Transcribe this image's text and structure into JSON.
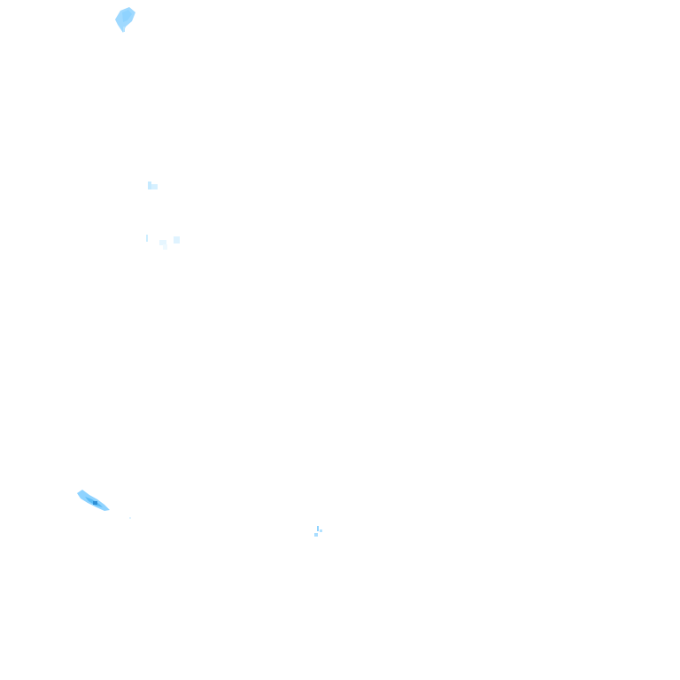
{
  "map": {
    "kind": "precipitation radar overlay tile",
    "background": "#ffffff",
    "colors": {
      "very_light": "#dff3ff",
      "light": "#b3e2ff",
      "medium": "#8fd3ff",
      "moderate": "#5cbcf5",
      "strong": "#2e8fd6"
    },
    "echoes": [
      {
        "name": "echo-northwest",
        "intensity": "light"
      },
      {
        "name": "echo-upper-middle",
        "intensity": "very-light"
      },
      {
        "name": "echo-middle",
        "intensity": "very-light"
      },
      {
        "name": "echo-southwest",
        "intensity": "moderate"
      },
      {
        "name": "echo-south-center",
        "intensity": "light"
      }
    ]
  }
}
